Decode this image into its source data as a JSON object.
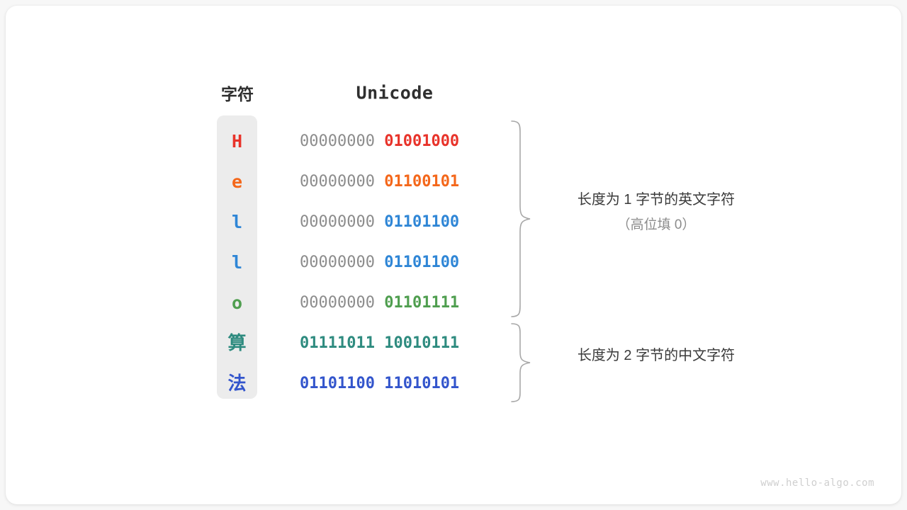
{
  "headers": {
    "char": "字符",
    "unicode": "Unicode"
  },
  "colors": {
    "red": "#e8332a",
    "orange": "#f4671a",
    "blue": "#2f86d6",
    "green": "#4f9e4f",
    "teal": "#2e8b7f",
    "indigo": "#3355cc",
    "pad_gray": "#8c8c8c",
    "column_bg": "#ececec",
    "brace_gray": "#a8a8a8",
    "note_dark": "#3a3a3a",
    "note_gray": "#8c8c8c",
    "watermark": "#cfcfcf"
  },
  "rows": [
    {
      "char": "H",
      "script": "latin",
      "pad": "00000000",
      "data": "01001000",
      "color": "#e8332a"
    },
    {
      "char": "e",
      "script": "latin",
      "pad": "00000000",
      "data": "01100101",
      "color": "#f4671a"
    },
    {
      "char": "l",
      "script": "latin",
      "pad": "00000000",
      "data": "01101100",
      "color": "#2f86d6"
    },
    {
      "char": "l",
      "script": "latin",
      "pad": "00000000",
      "data": "01101100",
      "color": "#2f86d6"
    },
    {
      "char": "o",
      "script": "latin",
      "pad": "00000000",
      "data": "01101111",
      "color": "#4f9e4f"
    },
    {
      "char": "算",
      "script": "cjk",
      "pad": "01111011",
      "data": "10010111",
      "color": "#2e8b7f"
    },
    {
      "char": "法",
      "script": "cjk",
      "pad": "01101100",
      "data": "11010101",
      "color": "#3355cc"
    }
  ],
  "annotations": [
    {
      "main": "长度为 1 字节的英文字符",
      "sub": "（高位填 0）"
    },
    {
      "main": "长度为 2 字节的中文字符",
      "sub": ""
    }
  ],
  "watermark": "www.hello-algo.com"
}
